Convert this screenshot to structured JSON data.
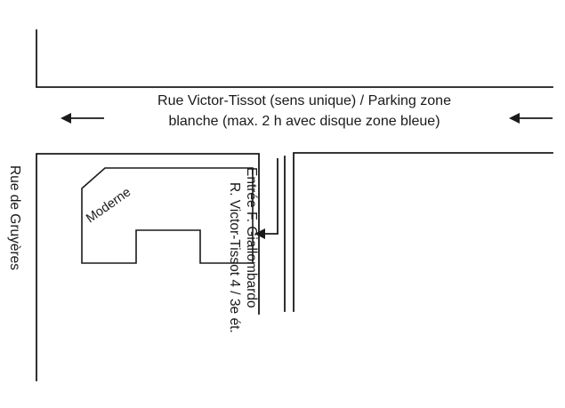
{
  "streets": {
    "top": {
      "line1": "Rue Victor-Tissot (sens unique) / Parking zone",
      "line2": "blanche (max. 2 h avec disque zone bleue)"
    },
    "left": "Rue de Gruyères"
  },
  "building": {
    "label": "Moderne"
  },
  "entrance": {
    "line1": "Entrée F. Giallombardo",
    "line2": "R. Victor-Tissot 4 / 3e ét."
  },
  "colors": {
    "ink": "#1a1a1a",
    "background": "#ffffff"
  },
  "icons": [
    "arrow-left-icon",
    "arrow-left-icon",
    "entrance-arrow-icon"
  ]
}
